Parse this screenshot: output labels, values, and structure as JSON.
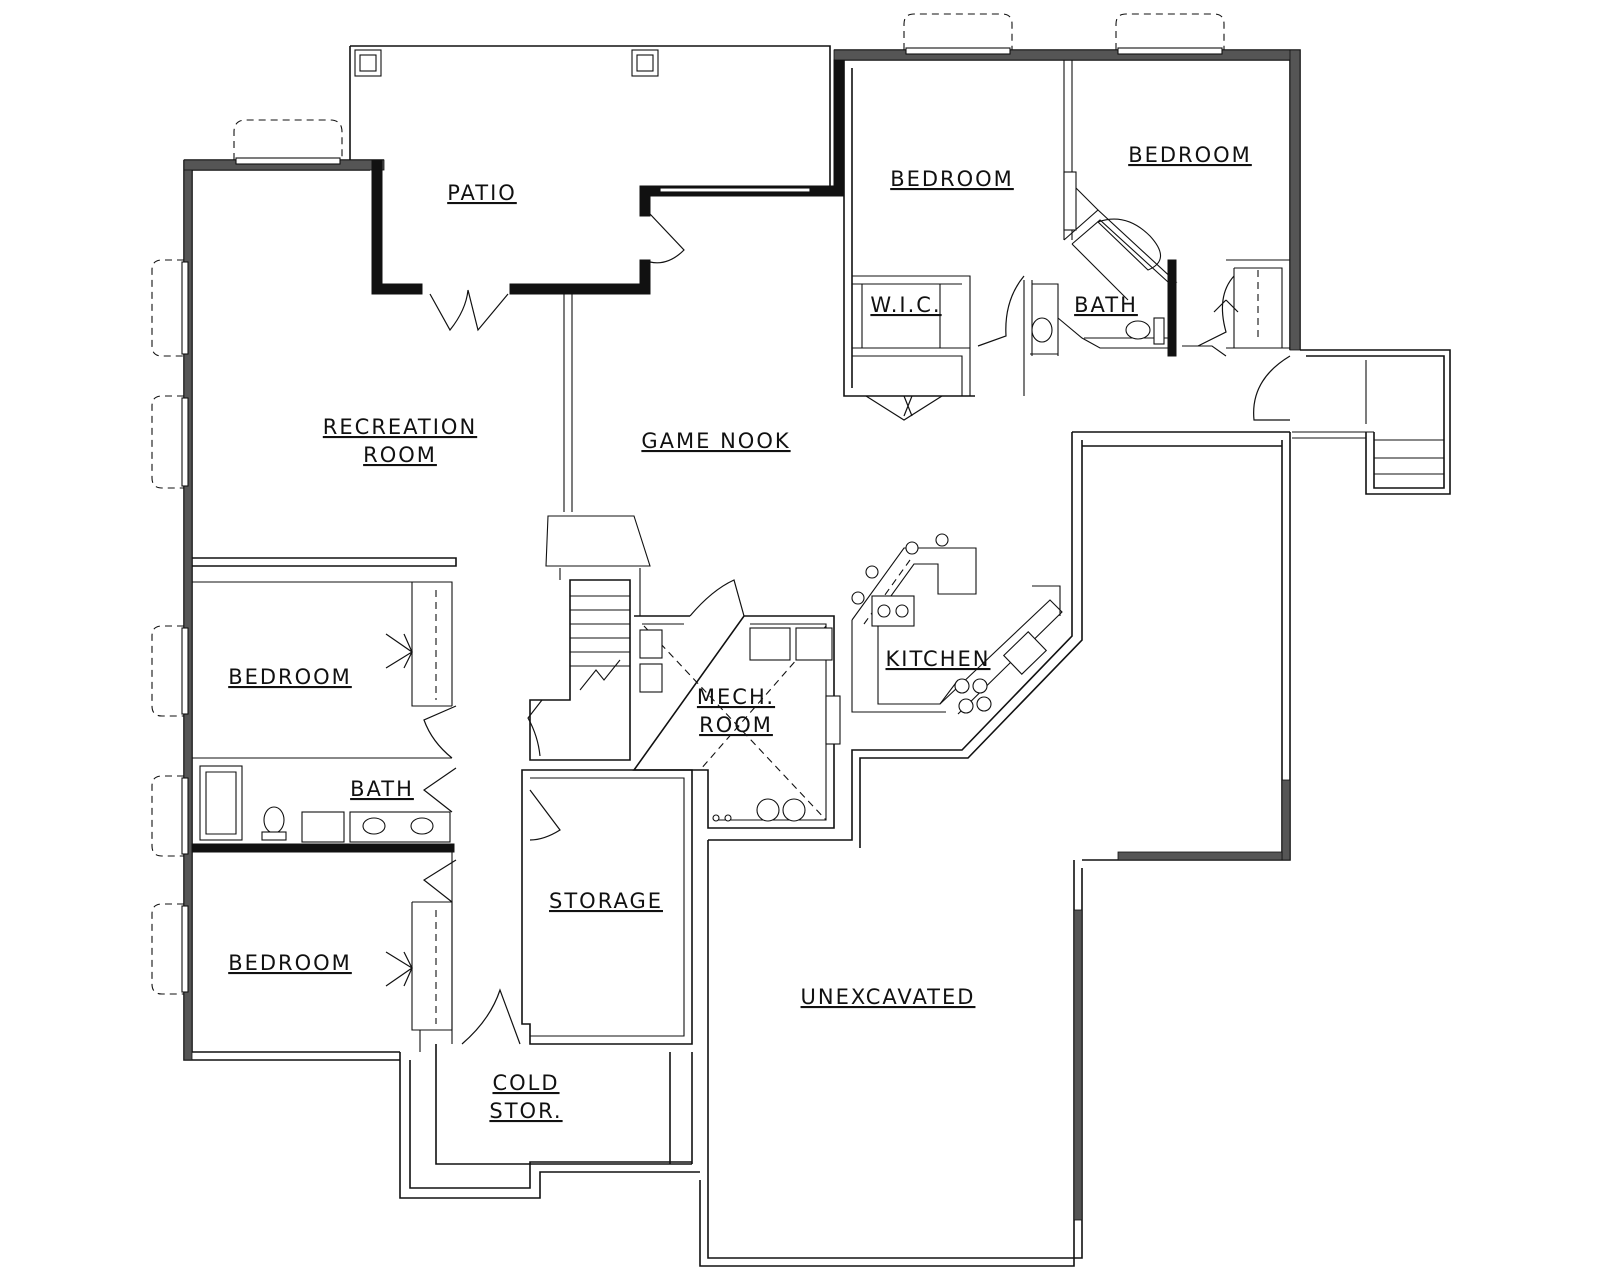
{
  "rooms": {
    "patio": "PATIO",
    "bedroom_upper_left": "BEDROOM",
    "bedroom_upper_right": "BEDROOM",
    "wic": "W.I.C.",
    "bath_upper": "BATH",
    "recreation_line1": "RECREATION",
    "recreation_line2": "ROOM",
    "game_nook": "GAME NOOK",
    "bedroom_left_mid": "BEDROOM",
    "kitchen": "KITCHEN",
    "mech_line1": "MECH.",
    "mech_line2": "ROOM",
    "bath_left": "BATH",
    "storage": "STORAGE",
    "bedroom_left_low": "BEDROOM",
    "unexcavated": "UNEXCAVATED",
    "cold_line1": "COLD",
    "cold_line2": "STOR."
  }
}
